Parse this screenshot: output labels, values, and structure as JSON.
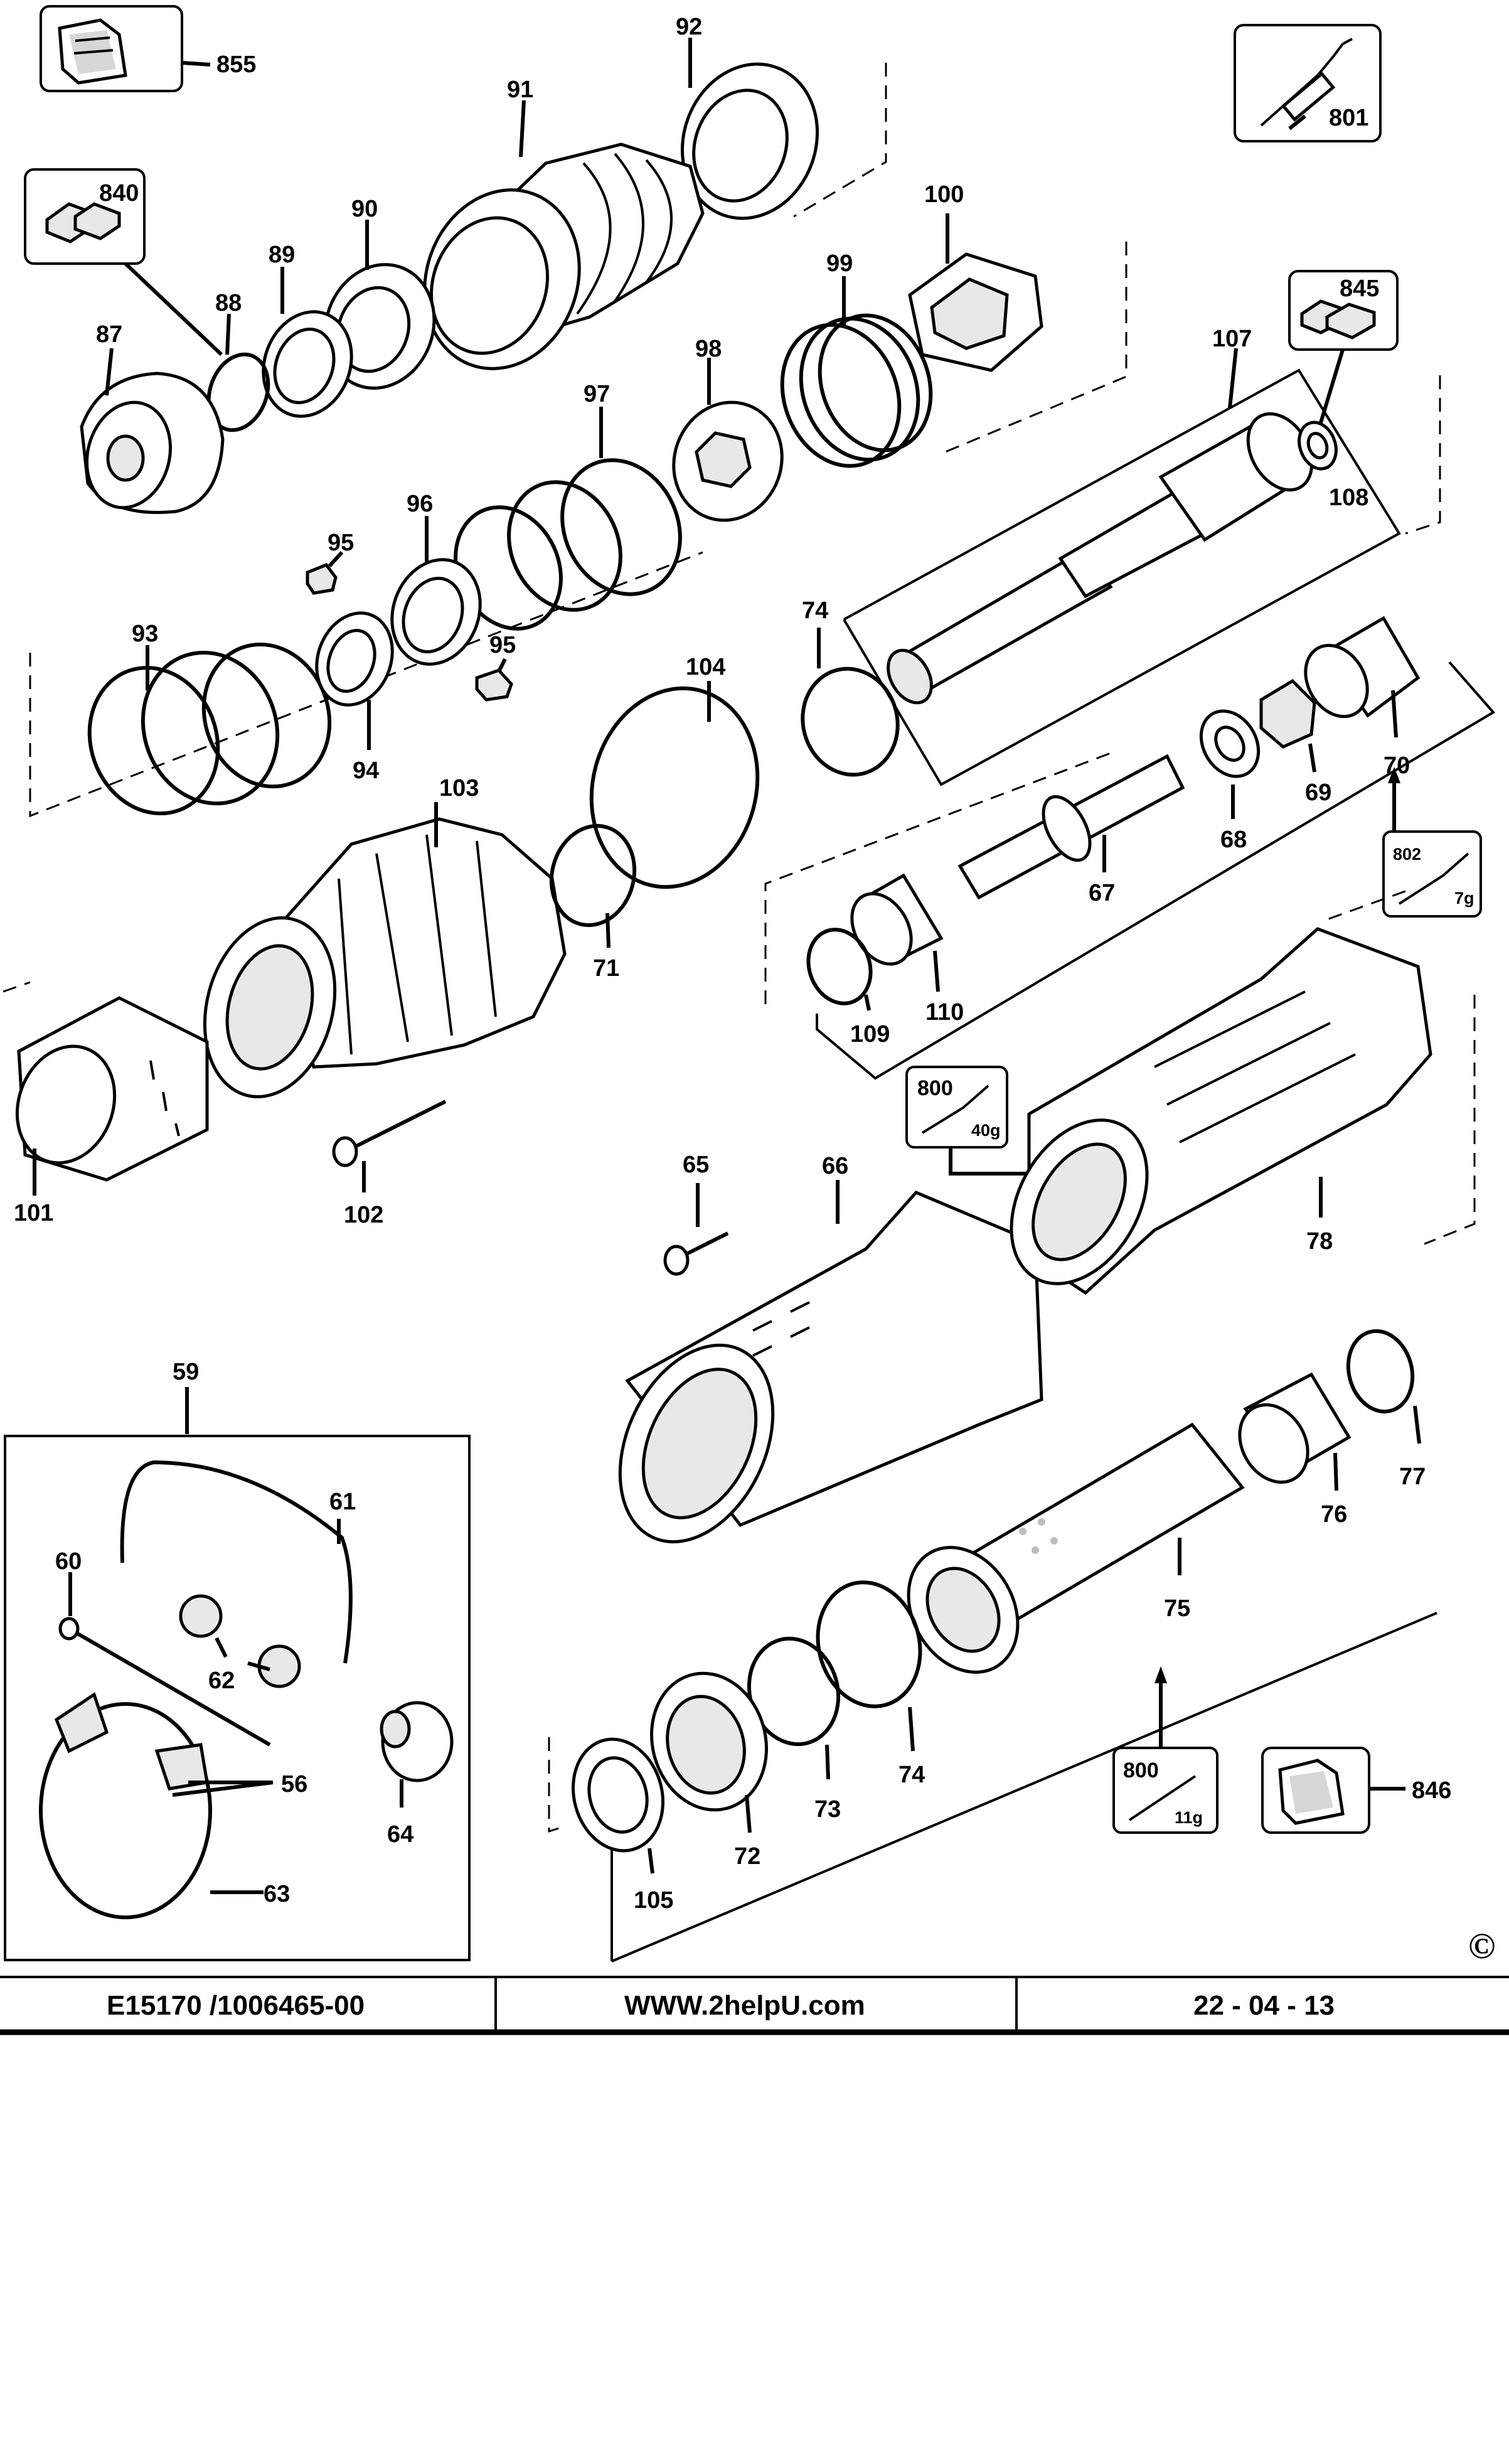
{
  "parts": [
    "855",
    "92",
    "91",
    "801",
    "840",
    "90",
    "89",
    "88",
    "87",
    "100",
    "99",
    "845",
    "107",
    "98",
    "97",
    "108",
    "96",
    "95a",
    "95b",
    "93",
    "94",
    "74a",
    "104",
    "103",
    "70",
    "69",
    "68",
    "67",
    "802",
    "71",
    "110",
    "109",
    "101",
    "102",
    "65",
    "66",
    "800a",
    "78",
    "59",
    "61",
    "60",
    "62",
    "56",
    "64",
    "63",
    "77",
    "76",
    "75",
    "74b",
    "73",
    "72",
    "105",
    "800b",
    "846"
  ],
  "labels": {
    "855": "855",
    "92": "92",
    "91": "91",
    "801": "801",
    "840": "840",
    "90": "90",
    "89": "89",
    "88": "88",
    "87": "87",
    "100": "100",
    "99": "99",
    "845": "845",
    "107": "107",
    "98": "98",
    "97": "97",
    "108": "108",
    "96": "96",
    "95a": "95",
    "95b": "95",
    "93": "93",
    "94": "94",
    "74a": "74",
    "104": "104",
    "103": "103",
    "70": "70",
    "69": "69",
    "68": "68",
    "67": "67",
    "802": "802",
    "71": "71",
    "110": "110",
    "109": "109",
    "101": "101",
    "102": "102",
    "65": "65",
    "66": "66",
    "800a": "800",
    "78": "78",
    "59": "59",
    "61": "61",
    "60": "60",
    "62": "62",
    "56": "56",
    "64": "64",
    "63": "63",
    "77": "77",
    "76": "76",
    "75": "75",
    "74b": "74",
    "73": "73",
    "72": "72",
    "105": "105",
    "800b": "800",
    "846": "846"
  },
  "grease": {
    "802": "7g",
    "800a": "40g",
    "800b": "11g"
  },
  "footer": {
    "model": "E15170 /1006465-00",
    "website": "WWW.2helpU.com",
    "date": "22 - 04 - 13",
    "copyright": "©"
  }
}
